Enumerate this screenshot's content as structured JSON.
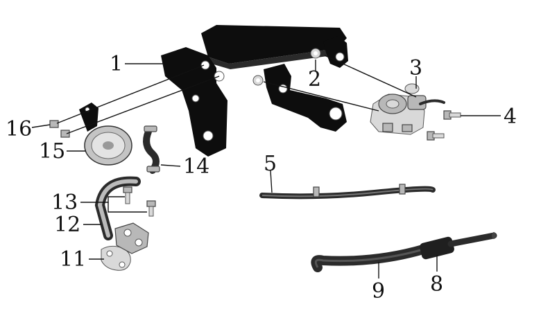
{
  "callouts": {
    "c1": "1",
    "c2": "2",
    "c3": "3",
    "c4": "4",
    "c5": "5",
    "c8": "8",
    "c9": "9",
    "c11": "11",
    "c12": "12",
    "c13": "13",
    "c14": "14",
    "c15": "15",
    "c16": "16"
  }
}
